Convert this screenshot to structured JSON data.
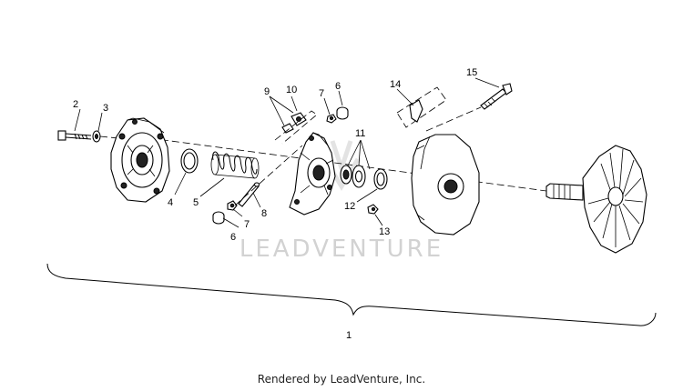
{
  "callouts": {
    "c1": "1",
    "c2": "2",
    "c3": "3",
    "c4": "4",
    "c5": "5",
    "c6a": "6",
    "c6b": "6",
    "c7a": "7",
    "c7b": "7",
    "c8": "8",
    "c9": "9",
    "c10": "10",
    "c11": "11",
    "c12": "12",
    "c13": "13",
    "c14": "14",
    "c15": "15"
  },
  "watermark": "LEADVENTURE",
  "footer": "Rendered by LeadVenture, Inc."
}
